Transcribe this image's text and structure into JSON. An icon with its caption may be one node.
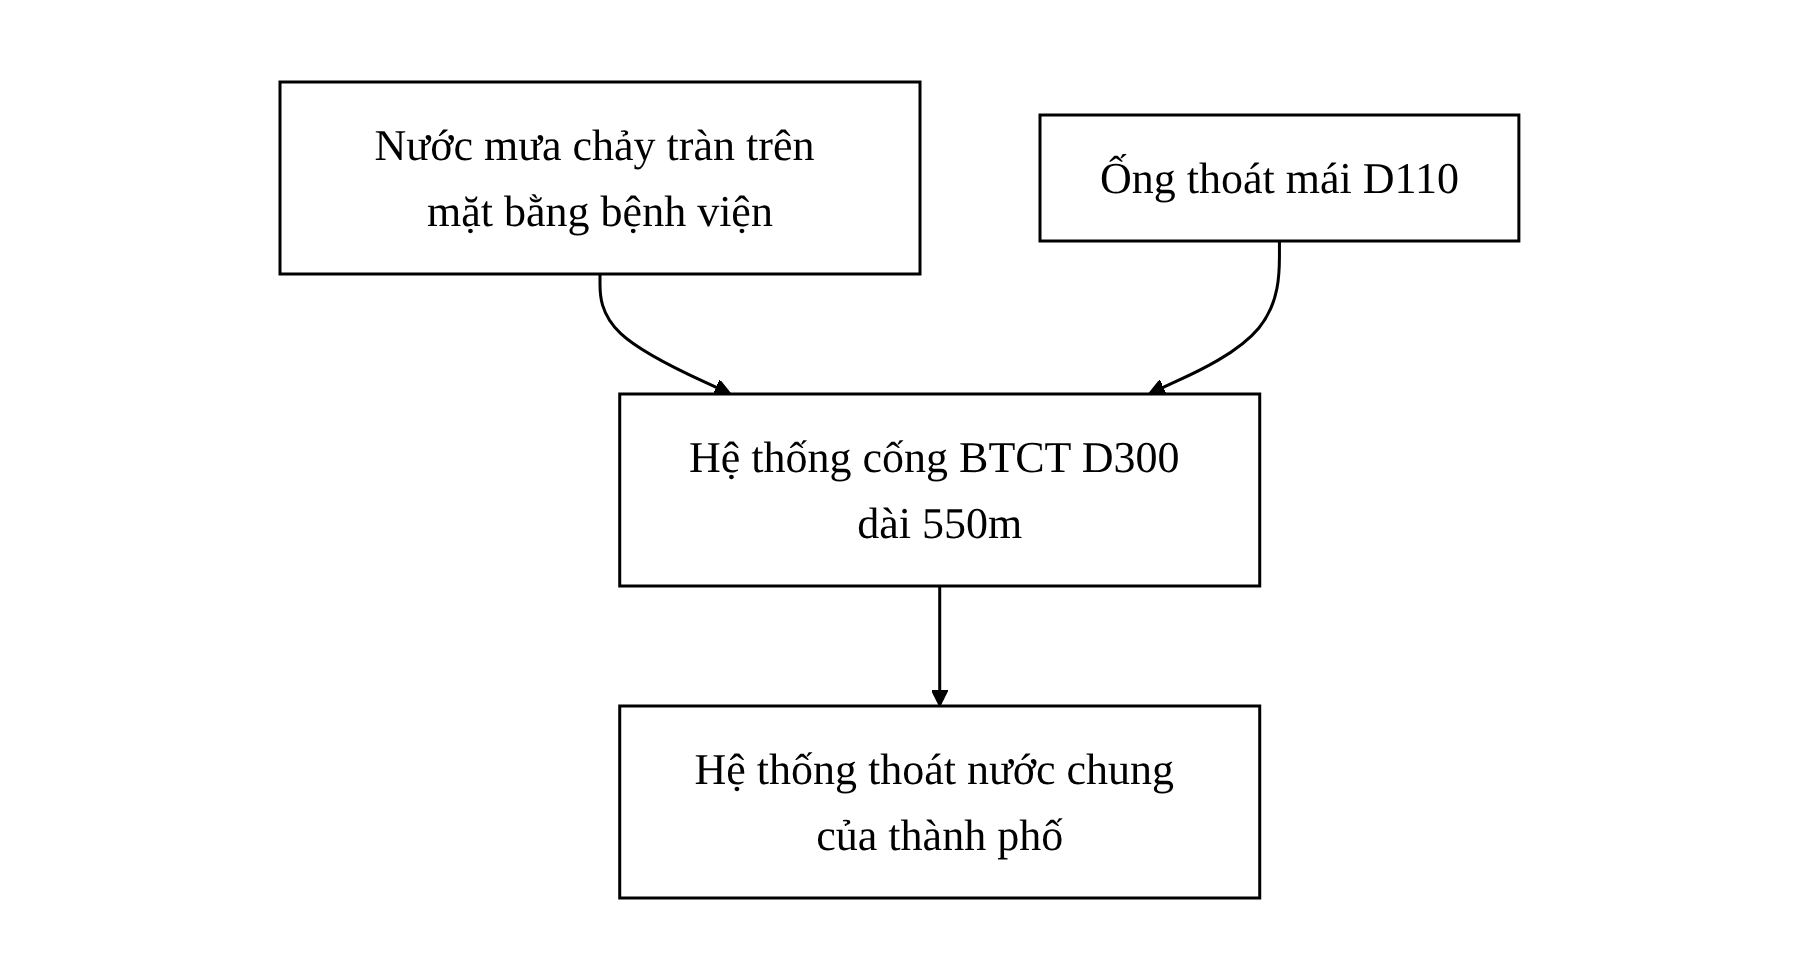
{
  "diagram": {
    "nodes": [
      {
        "text": [
          "Nước mưa chảy tràn trên mặt bằng bệnh viện"
        ]
      },
      {
        "text": [
          "Ống thoát mái D110"
        ]
      },
      {
        "text": [
          "Hệ thống cống BTCT D300 dài 550m"
        ]
      },
      {
        "text": [
          "Hệ thống thoát nước chung của thành phố"
        ]
      }
    ],
    "edges": [
      {
        "from": 0,
        "to": 2,
        "arrow": "to"
      },
      {
        "from": 1,
        "to": 2,
        "arrow": "to"
      },
      {
        "from": 2,
        "to": 3,
        "arrow": "to"
      }
    ]
  }
}
